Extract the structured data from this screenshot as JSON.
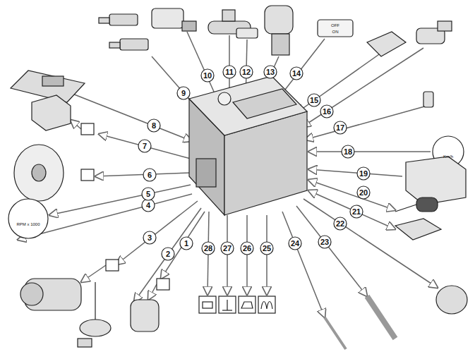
{
  "diagram": {
    "labels": [
      "1",
      "2",
      "3",
      "4",
      "5",
      "6",
      "7",
      "8",
      "9",
      "10",
      "11",
      "12",
      "13",
      "14",
      "15",
      "16",
      "17",
      "18",
      "19",
      "20",
      "21",
      "22",
      "23",
      "24",
      "25",
      "26",
      "27",
      "28",
      "RPM x 1000",
      "Km/h",
      "OFF",
      "ON"
    ]
  }
}
